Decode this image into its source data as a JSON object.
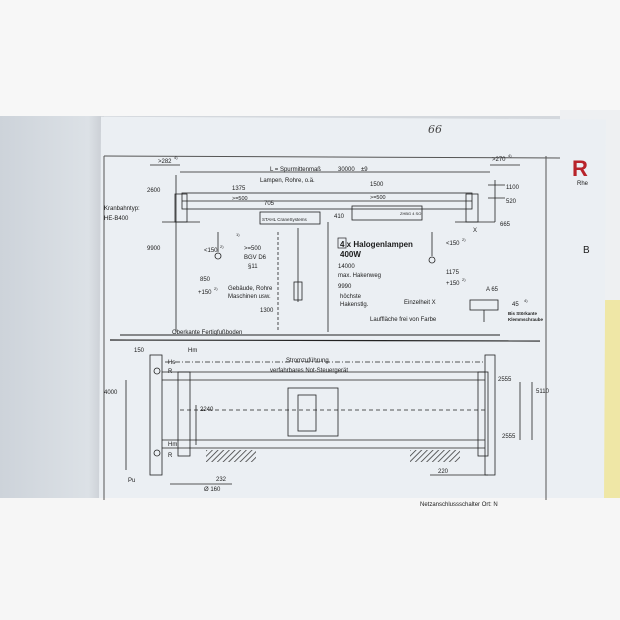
{
  "page_number": "66",
  "crane_type_label": "Kranbahntyp:",
  "crane_type_value": "HE-B400",
  "upper_view": {
    "dim_left_top": ">282",
    "dim_left_top_note": "4)",
    "dim_right_top": ">270",
    "dim_right_top_note": "4)",
    "span_label": "L = Spurmittenmaß",
    "span_value": "30000",
    "span_step": "±9",
    "lamps_label": "Lampen, Rohre, o.ä.",
    "dim_1375": "1375",
    "dim_gt500_left": ">=500",
    "dim_705": "705",
    "dim_1500": "1500",
    "dim_gt500_right": ">=500",
    "dim_1100": "1100",
    "dim_520": "520",
    "dim_2600": "2600",
    "dim_410": "410",
    "dim_665": "665",
    "hoist_left": "STAHL CraneSystems",
    "hoist_right": "ZHBG 4 SO",
    "ref_x": "X",
    "note_1": "1)",
    "dim_lt150_left": "<150",
    "dim_lt150_left_note": "2)",
    "dim_gt500_bgv": ">=500",
    "bgv": "BGV D6",
    "bgv_para": "§11",
    "halogen_title": "4 x Halogenlampen",
    "halogen_power": "400W",
    "dim_lt150_right": "<150",
    "dim_lt150_right_note": "2)",
    "dim_9900": "9900",
    "dim_14000": "14000",
    "max_hook": "max. Hakenweg",
    "dim_850": "850",
    "dim_1175": "1175",
    "dim_150_left": "+150",
    "dim_150_left_note": "2)",
    "buildings_label_1": "Gebäude, Rohre",
    "buildings_label_2": "Maschinen usw.",
    "dim_9990": "9990",
    "highest_hook_1": "höchste",
    "highest_hook_2": "Hakenstlg.",
    "dim_150_right": "+150",
    "dim_150_right_note": "2)",
    "dim_a65": "A 65",
    "dim_45": "45",
    "dim_45_note": "4)",
    "detail_x": "Einzelheit X",
    "clamp_1": "Bis Störkante",
    "clamp_2": "Klemmschraube",
    "dim_1300": "1300",
    "rail_paint": "Lauffläche frei von Farbe",
    "floor_label": "Oberkante Fertigfußboden"
  },
  "lower_view": {
    "dim_150": "150",
    "hm_top": "Hm",
    "hs_top": "Hs",
    "r_top": "R",
    "power_supply": "Stromzuführung",
    "control": "verfahrbares Not-Steuergerät",
    "dim_4000": "4000",
    "dim_2555_top": "2555",
    "dim_5110": "5110",
    "dim_2240": "2240",
    "dim_2555_bottom": "2555",
    "hm_bottom": "Hm",
    "r_bottom": "R",
    "pu": "Pu",
    "dim_232": "232",
    "dim_220": "220",
    "dim_d160": "Ø 160"
  },
  "footer_cut_text": "Netzanschlussschalter Ort: N",
  "right_page_letters": [
    "R",
    "B"
  ],
  "right_page_small": "Rhe"
}
